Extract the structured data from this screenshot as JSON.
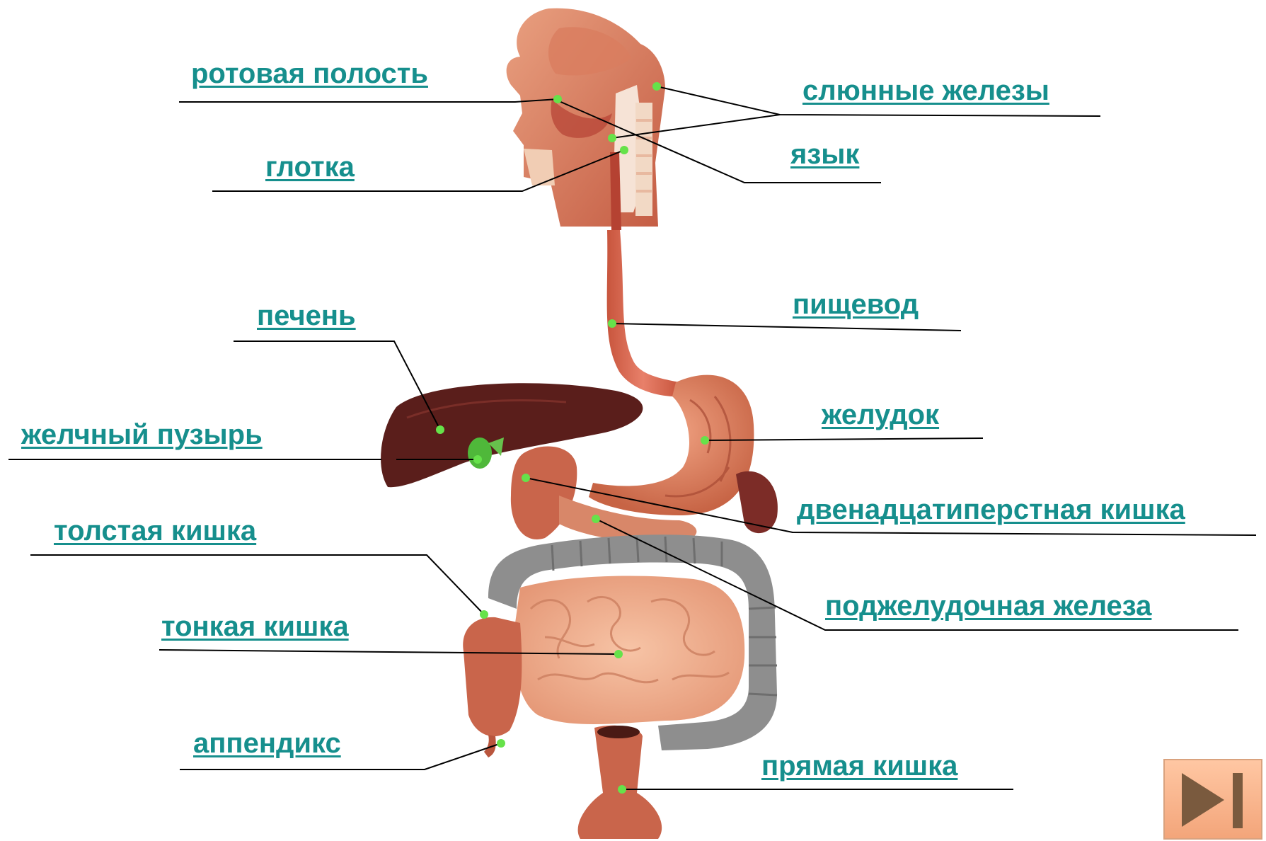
{
  "labels": {
    "mouth": "ротовая полость",
    "salivary": "слюнные железы",
    "pharynx": "глотка",
    "tongue": "язык",
    "esophagus": "пищевод",
    "liver": "печень",
    "stomach": "желудок",
    "gallbladder": "желчный пузырь",
    "duodenum": "двенадцатиперстная кишка",
    "large_intestine": "толстая кишка",
    "pancreas": "поджелудочная железа",
    "small_intestine": "тонкая кишка",
    "appendix": "аппендикс",
    "rectum": "прямая кишка"
  },
  "colors": {
    "label_text": "#168f8d",
    "leader_line": "#000000",
    "marker_dot": "#66e24a",
    "nav_button": "#f3a57a"
  },
  "icons": {
    "next": "play-next-icon"
  }
}
